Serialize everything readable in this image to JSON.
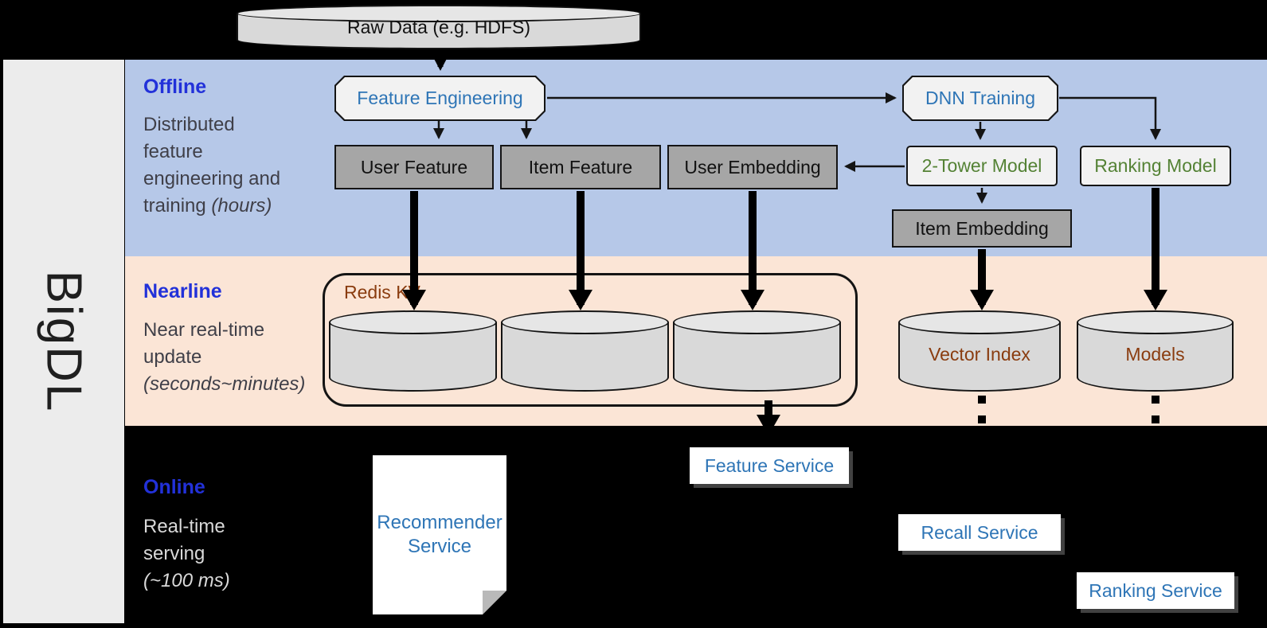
{
  "colors": {
    "offline_band": "#b6c8e8",
    "nearline_band": "#fbe5d6",
    "section_label": "#2231d9",
    "accent_blue": "#2e75b6",
    "accent_green": "#548235",
    "accent_brown": "#8a3c0f",
    "dark_box": "#a6a6a6",
    "light_box": "#f2f2f2",
    "cylinder_fill": "#d9d9d9",
    "sidebar_bg": "#ececec"
  },
  "sidebar": {
    "brand": "BigDL"
  },
  "source": {
    "label": "Raw Data (e.g. HDFS)"
  },
  "sections": {
    "offline": {
      "label": "Offline",
      "desc_line1": "Distributed",
      "desc_line2": "feature",
      "desc_line3": "engineering and",
      "desc_line4": "training",
      "desc_line4_italic": "(hours)"
    },
    "nearline": {
      "label": "Nearline",
      "desc_line1": "Near real-time",
      "desc_line2": "update",
      "desc_line3_italic": "(seconds~minutes)"
    },
    "online": {
      "label": "Online",
      "desc_line1": "Real-time",
      "desc_line2": "serving",
      "desc_line3_italic": "(~100 ms)"
    }
  },
  "nodes": {
    "feature_engineering": "Feature Engineering",
    "dnn_training": "DNN Training",
    "user_feature": "User Feature",
    "item_feature": "Item Feature",
    "user_embedding": "User Embedding",
    "two_tower_model": "2-Tower Model",
    "ranking_model": "Ranking Model",
    "item_embedding": "Item Embedding"
  },
  "stores": {
    "redis_kv": "Redis KV",
    "vector_index": "Vector Index",
    "models": "Models"
  },
  "services": {
    "feature_service": "Feature Service",
    "recommender_service": "Recommender Service",
    "recall_service": "Recall Service",
    "ranking_service": "Ranking Service"
  }
}
